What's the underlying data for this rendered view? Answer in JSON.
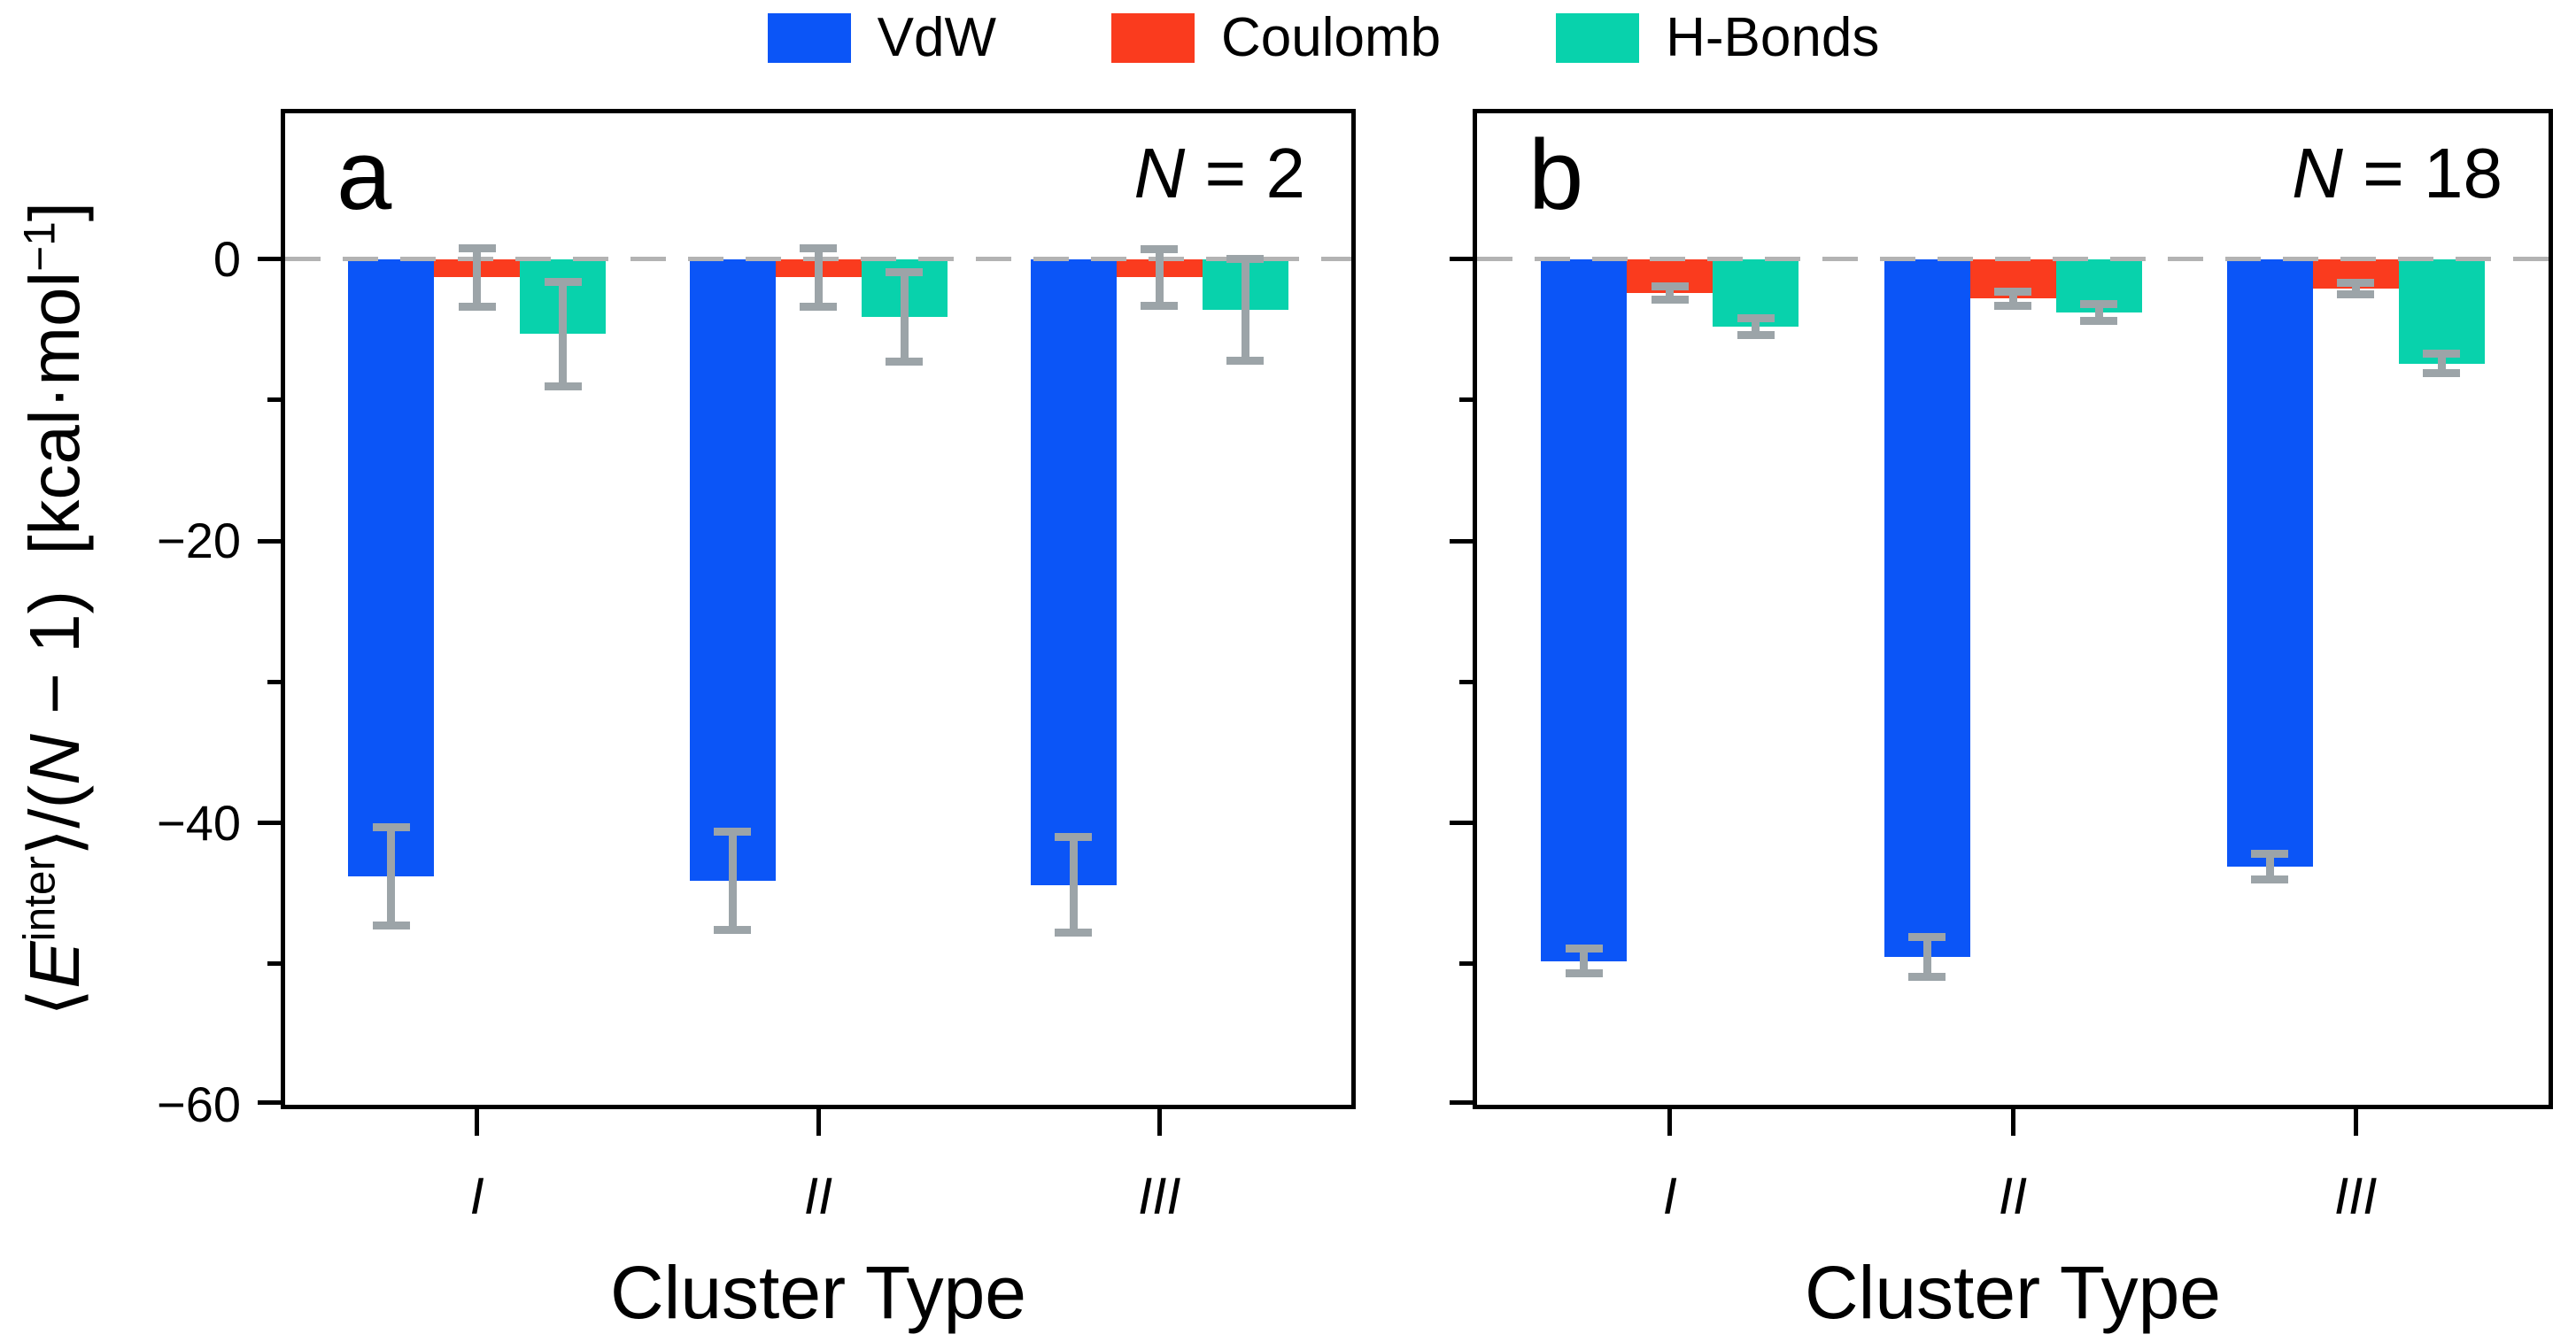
{
  "legend": {
    "items": [
      {
        "label": "VdW",
        "color": "#0B55F7"
      },
      {
        "label": "Coulomb",
        "color": "#FA3B1E"
      },
      {
        "label": "H-Bonds",
        "color": "#08D2AC"
      }
    ]
  },
  "y_axis": {
    "label_parts": [
      {
        "t": "⟨"
      },
      {
        "t": "E",
        "italic": true
      },
      {
        "t": "inter",
        "sup": true
      },
      {
        "t": "⟩/("
      },
      {
        "t": "N",
        "italic": true
      },
      {
        "t": " − 1) [kcal·mol"
      },
      {
        "t": "−1",
        "sup": true
      },
      {
        "t": "]"
      }
    ],
    "major_ticks": [
      {
        "value": 0,
        "label": "0"
      },
      {
        "value": -20,
        "label": "−20"
      },
      {
        "value": -40,
        "label": "−40"
      },
      {
        "value": -60,
        "label": "−60"
      }
    ],
    "minor_ticks": [
      -10,
      -30,
      -50
    ],
    "range": {
      "min": -60,
      "max": 10.35
    }
  },
  "x_axis": {
    "label": "Cluster Type",
    "categories": [
      "I",
      "II",
      "III"
    ]
  },
  "chart_data": [
    {
      "type": "bar",
      "panel_letter": "a",
      "annotation_parts": [
        {
          "t": "N",
          "italic": true
        },
        {
          "t": " = 2"
        }
      ],
      "categories": [
        "I",
        "II",
        "III"
      ],
      "ylim": [
        -60,
        10.35
      ],
      "zero_line": true,
      "series": [
        {
          "name": "VdW",
          "color": "#0B55F7",
          "values": [
            -43.8,
            -44.1,
            -44.4
          ],
          "errors": [
            3.5,
            3.5,
            3.4
          ]
        },
        {
          "name": "Coulomb",
          "color": "#FA3B1E",
          "values": [
            -1.3,
            -1.3,
            -1.3
          ],
          "errors": [
            2.1,
            2.1,
            2.0
          ]
        },
        {
          "name": "H-Bonds",
          "color": "#08D2AC",
          "values": [
            -5.3,
            -4.1,
            -3.6
          ],
          "errors": [
            3.7,
            3.2,
            3.6
          ]
        }
      ]
    },
    {
      "type": "bar",
      "panel_letter": "b",
      "annotation_parts": [
        {
          "t": "N",
          "italic": true
        },
        {
          "t": " = 18"
        }
      ],
      "categories": [
        "I",
        "II",
        "III"
      ],
      "ylim": [
        -60,
        10.35
      ],
      "zero_line": true,
      "series": [
        {
          "name": "VdW",
          "color": "#0B55F7",
          "values": [
            -49.8,
            -49.5,
            -43.1
          ],
          "errors": [
            0.9,
            1.4,
            0.9
          ]
        },
        {
          "name": "Coulomb",
          "color": "#FA3B1E",
          "values": [
            -2.4,
            -2.8,
            -2.1
          ],
          "errors": [
            0.5,
            0.5,
            0.4
          ]
        },
        {
          "name": "H-Bonds",
          "color": "#08D2AC",
          "values": [
            -4.8,
            -3.8,
            -7.4
          ],
          "errors": [
            0.6,
            0.6,
            0.7
          ]
        }
      ]
    }
  ],
  "style": {
    "error_color": "#9CA4A8",
    "zero_line_color": "#B3B3B3",
    "spine_color": "#000000"
  }
}
